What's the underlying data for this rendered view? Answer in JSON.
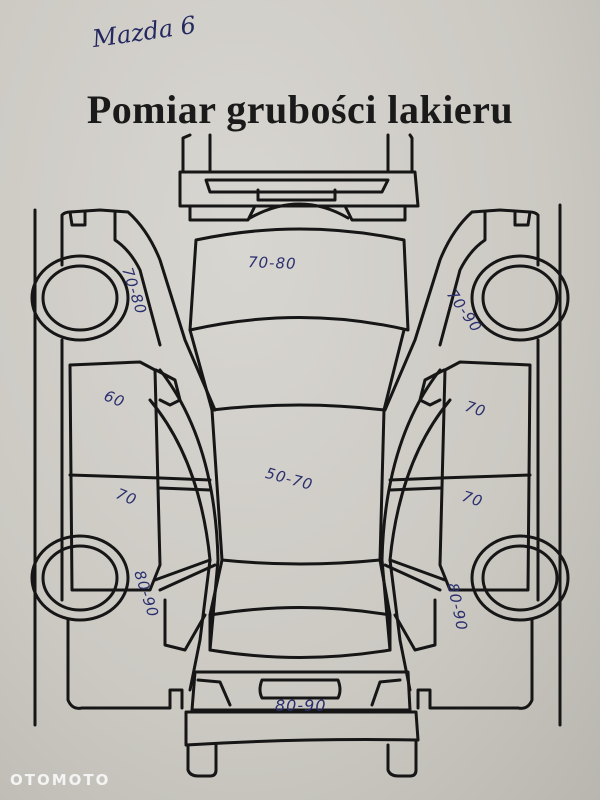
{
  "document": {
    "handwritten_model": "Mazda 6",
    "title": "Pomiar grubości lakieru"
  },
  "measurements": {
    "hood": "70-80",
    "roof": "50-70",
    "trunk_rear_bumper": "80-90",
    "left_front_fender": "70-80",
    "left_front_door": "60",
    "left_rear_door": "70",
    "left_rear_fender": "80-90",
    "right_front_fender": "70-90",
    "right_front_door": "70",
    "right_rear_door": "70",
    "right_rear_fender": "80-90"
  },
  "colors": {
    "paper": "#cfccc6",
    "line_art": "#161616",
    "ink": "#2a2f6e"
  },
  "watermark": "OTOMOTO"
}
